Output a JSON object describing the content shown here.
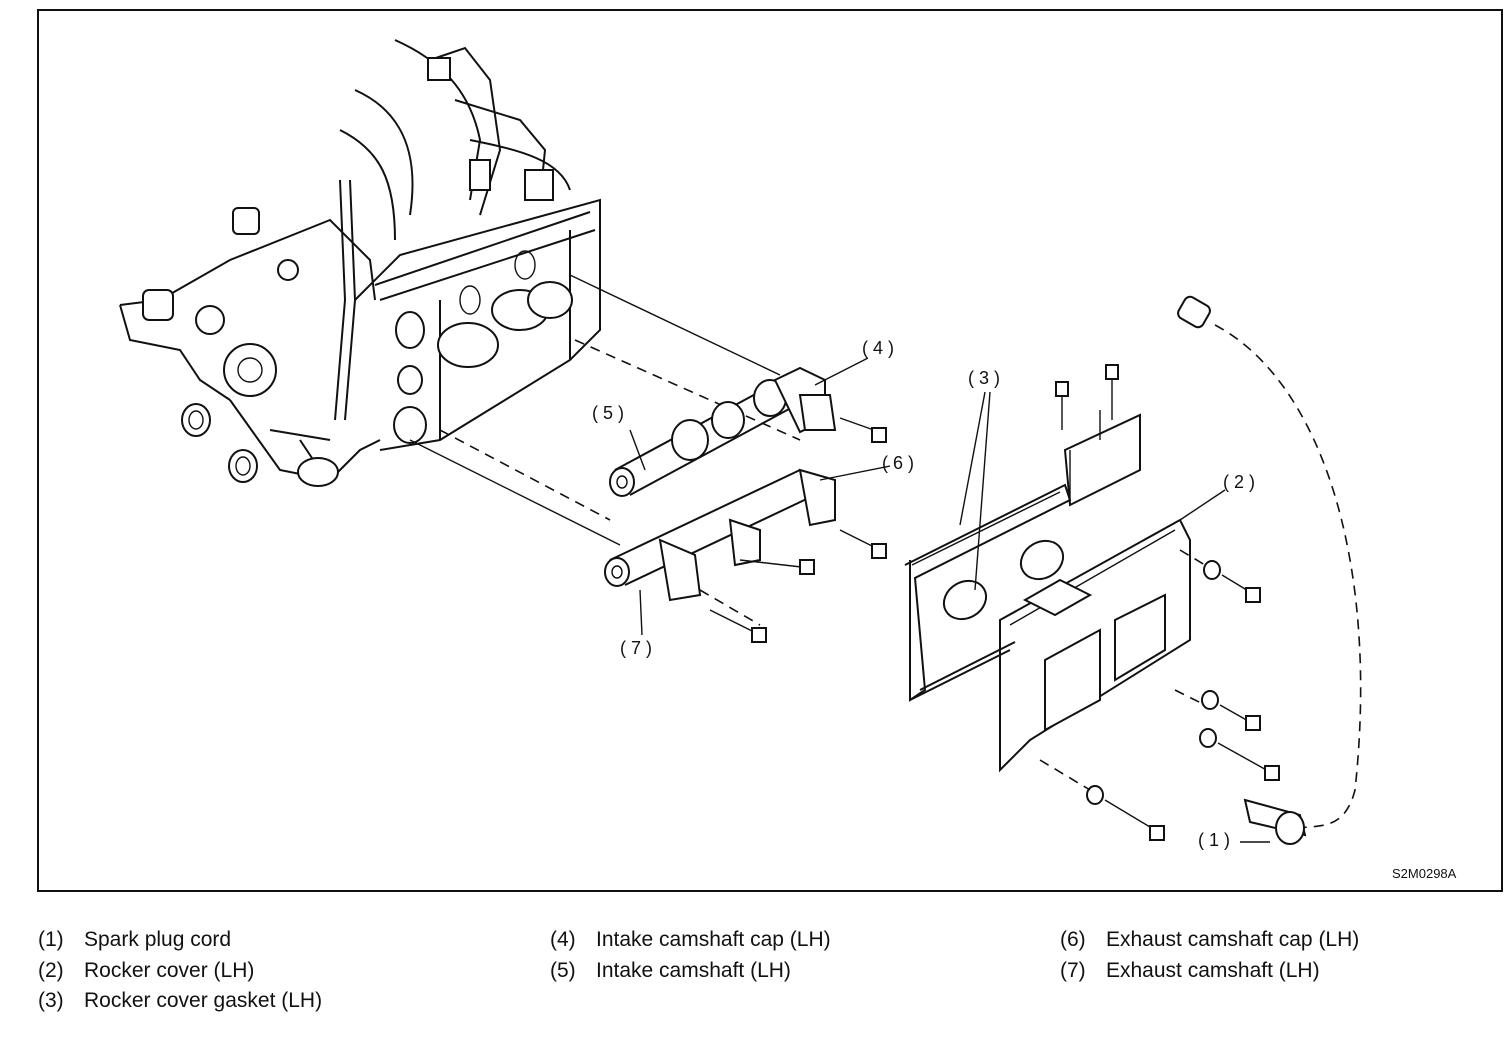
{
  "diagram": {
    "code": "S2M0298A",
    "callouts": [
      "(1)",
      "(2)",
      "(3)",
      "(4)",
      "(5)",
      "(6)",
      "(7)"
    ]
  },
  "legend": [
    {
      "num": "(1)",
      "label": "Spark plug cord"
    },
    {
      "num": "(2)",
      "label": "Rocker cover (LH)"
    },
    {
      "num": "(3)",
      "label": "Rocker cover gasket (LH)"
    },
    {
      "num": "(4)",
      "label": "Intake camshaft cap (LH)"
    },
    {
      "num": "(5)",
      "label": "Intake camshaft (LH)"
    },
    {
      "num": "(6)",
      "label": "Exhaust camshaft cap (LH)"
    },
    {
      "num": "(7)",
      "label": "Exhaust camshaft (LH)"
    }
  ]
}
